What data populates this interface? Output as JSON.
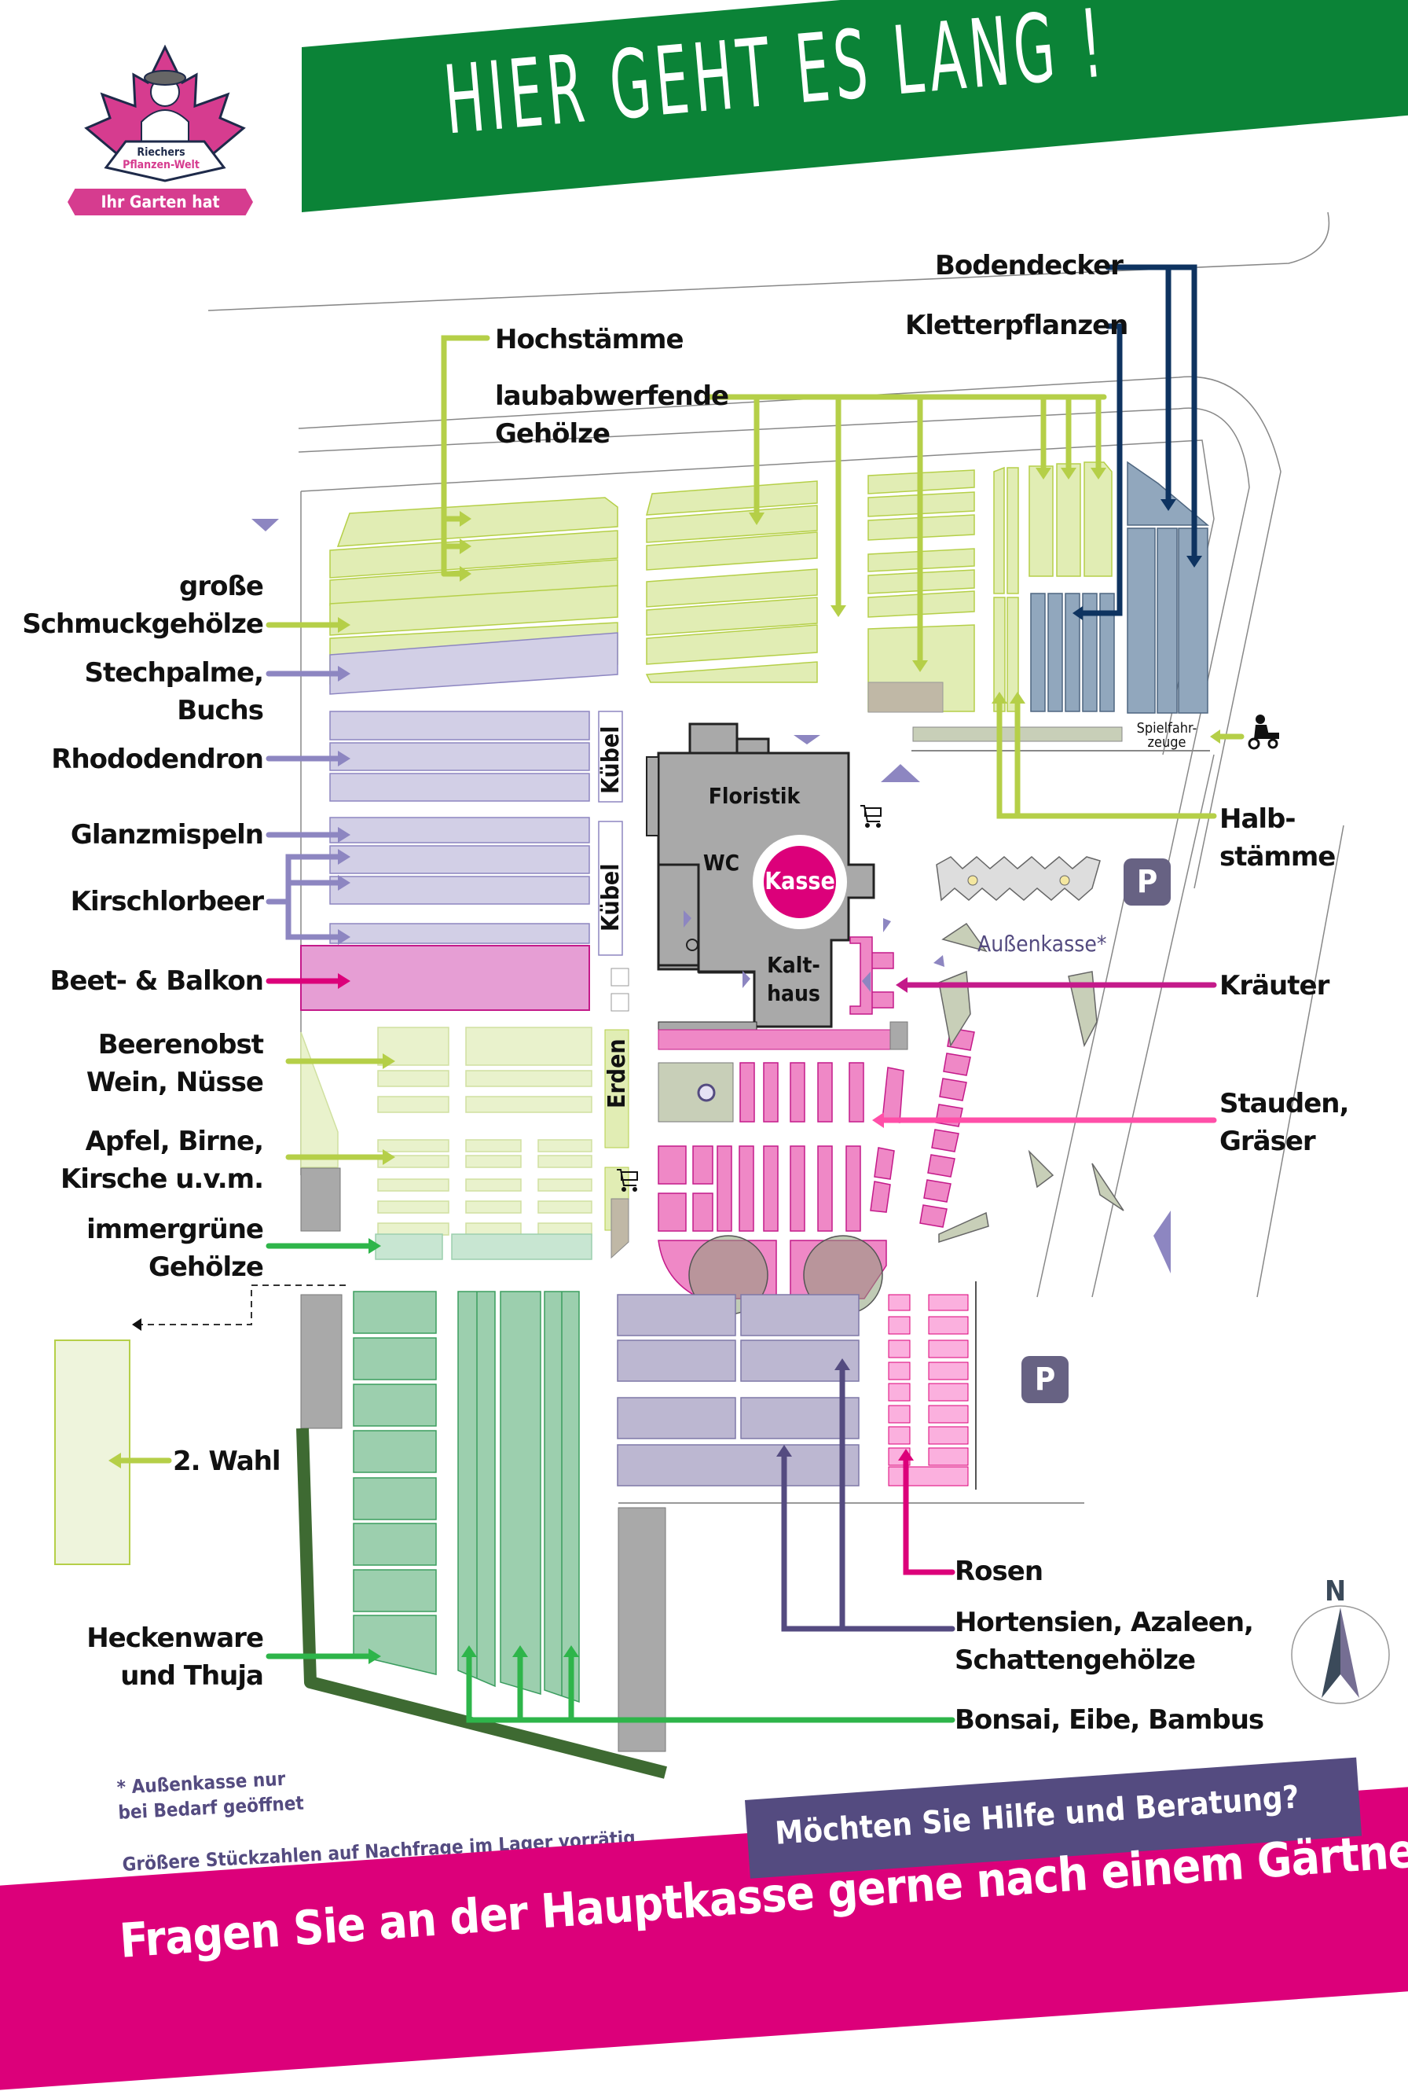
{
  "header": {
    "title": "HIER GEHT ES LANG !",
    "logo": {
      "brand_line1": "Riechers",
      "brand_line2": "Pflanzen-Welt",
      "tagline": "Ihr Garten hat Freunde"
    }
  },
  "map": {
    "buildings": {
      "floristik": "Floristik",
      "wc": "WC",
      "kasse": "Kasse",
      "kalthaus": "Kalt-\nhaus",
      "kuebel_1": "Kübel",
      "kuebel_2": "Kübel",
      "erden": "Erden",
      "spielfahrzeuge": "Spielfahr-\nzeuge",
      "aussenkasse": "Außenkasse*",
      "parking_1": "P",
      "parking_2": "P",
      "compass_north": "N"
    },
    "labels_left": [
      {
        "id": "grosse-schmuckgehoelze",
        "text": "große\nSchmuckgehölze",
        "color": "#b5cf48"
      },
      {
        "id": "stechpalme-buchs",
        "text": "Stechpalme,\nBuchs",
        "color": "#8d86c1"
      },
      {
        "id": "rhododendron",
        "text": "Rhododendron",
        "color": "#8d86c1"
      },
      {
        "id": "glanzmispeln",
        "text": "Glanzmispeln",
        "color": "#8d86c1"
      },
      {
        "id": "kirschlorbeer",
        "text": "Kirschlorbeer",
        "color": "#8d86c1"
      },
      {
        "id": "beet-balkon",
        "text": "Beet- & Balkon",
        "color": "#dc007a"
      },
      {
        "id": "beerenobst",
        "text": "Beerenobst\nWein, Nüsse",
        "color": "#b5cf48"
      },
      {
        "id": "apfel-birne",
        "text": "Apfel, Birne,\nKirsche u.v.m.",
        "color": "#b5cf48"
      },
      {
        "id": "immergruene",
        "text": "immergrüne\nGehölze",
        "color": "#2eb54a"
      },
      {
        "id": "zweite-wahl",
        "text": "2. Wahl",
        "color": "#b5cf48"
      },
      {
        "id": "heckenware",
        "text": "Heckenware\nund Thuja",
        "color": "#2eb54a"
      }
    ],
    "labels_top": [
      {
        "id": "hochstaemme",
        "text": "Hochstämme",
        "color": "#b5cf48"
      },
      {
        "id": "laubabwerfende",
        "text": "laubabwerfende\nGehölze",
        "color": "#b5cf48"
      },
      {
        "id": "bodendecker",
        "text": "Bodendecker",
        "color": "#0e3360"
      },
      {
        "id": "kletterpflanzen",
        "text": "Kletterpflanzen",
        "color": "#0e3360"
      }
    ],
    "labels_right": [
      {
        "id": "halbstaemme",
        "text": "Halb-\nstämme",
        "color": "#b5cf48"
      },
      {
        "id": "kraeuter",
        "text": "Kräuter",
        "color": "#c41a8a"
      },
      {
        "id": "stauden",
        "text": "Stauden,\nGräser",
        "color": "#ff4fa8"
      },
      {
        "id": "rosen",
        "text": "Rosen",
        "color": "#dc007a"
      },
      {
        "id": "hortensien",
        "text": "Hortensien, Azaleen,\nSchattengehölze",
        "color": "#544b80"
      },
      {
        "id": "bonsai",
        "text": "Bonsai, Eibe, Bambus",
        "color": "#2eb54a"
      }
    ]
  },
  "notes": {
    "aussenkasse_note": "* Außenkasse nur\nbei Bedarf geöffnet",
    "stock_note": "Größere Stückzahlen auf Nachfrage im Lager vorrätig"
  },
  "footer": {
    "help_question": "Möchten Sie Hilfe und Beratung?",
    "help_answer": "Fragen Sie an der Hauptkasse gerne nach einem Gärtner!"
  },
  "colors": {
    "banner_green": "#0b8337",
    "footer_pink": "#dc007a",
    "help_purple": "#544b80",
    "zone_lightgreen": "#e1edb4",
    "zone_lavender": "#d2cfe6",
    "zone_pink": "#ef88c6",
    "zone_rose": "#fbb0de",
    "zone_mint": "#9ccfae",
    "zone_bluegray": "#91a7bd",
    "building_gray": "#a9a9a9"
  }
}
